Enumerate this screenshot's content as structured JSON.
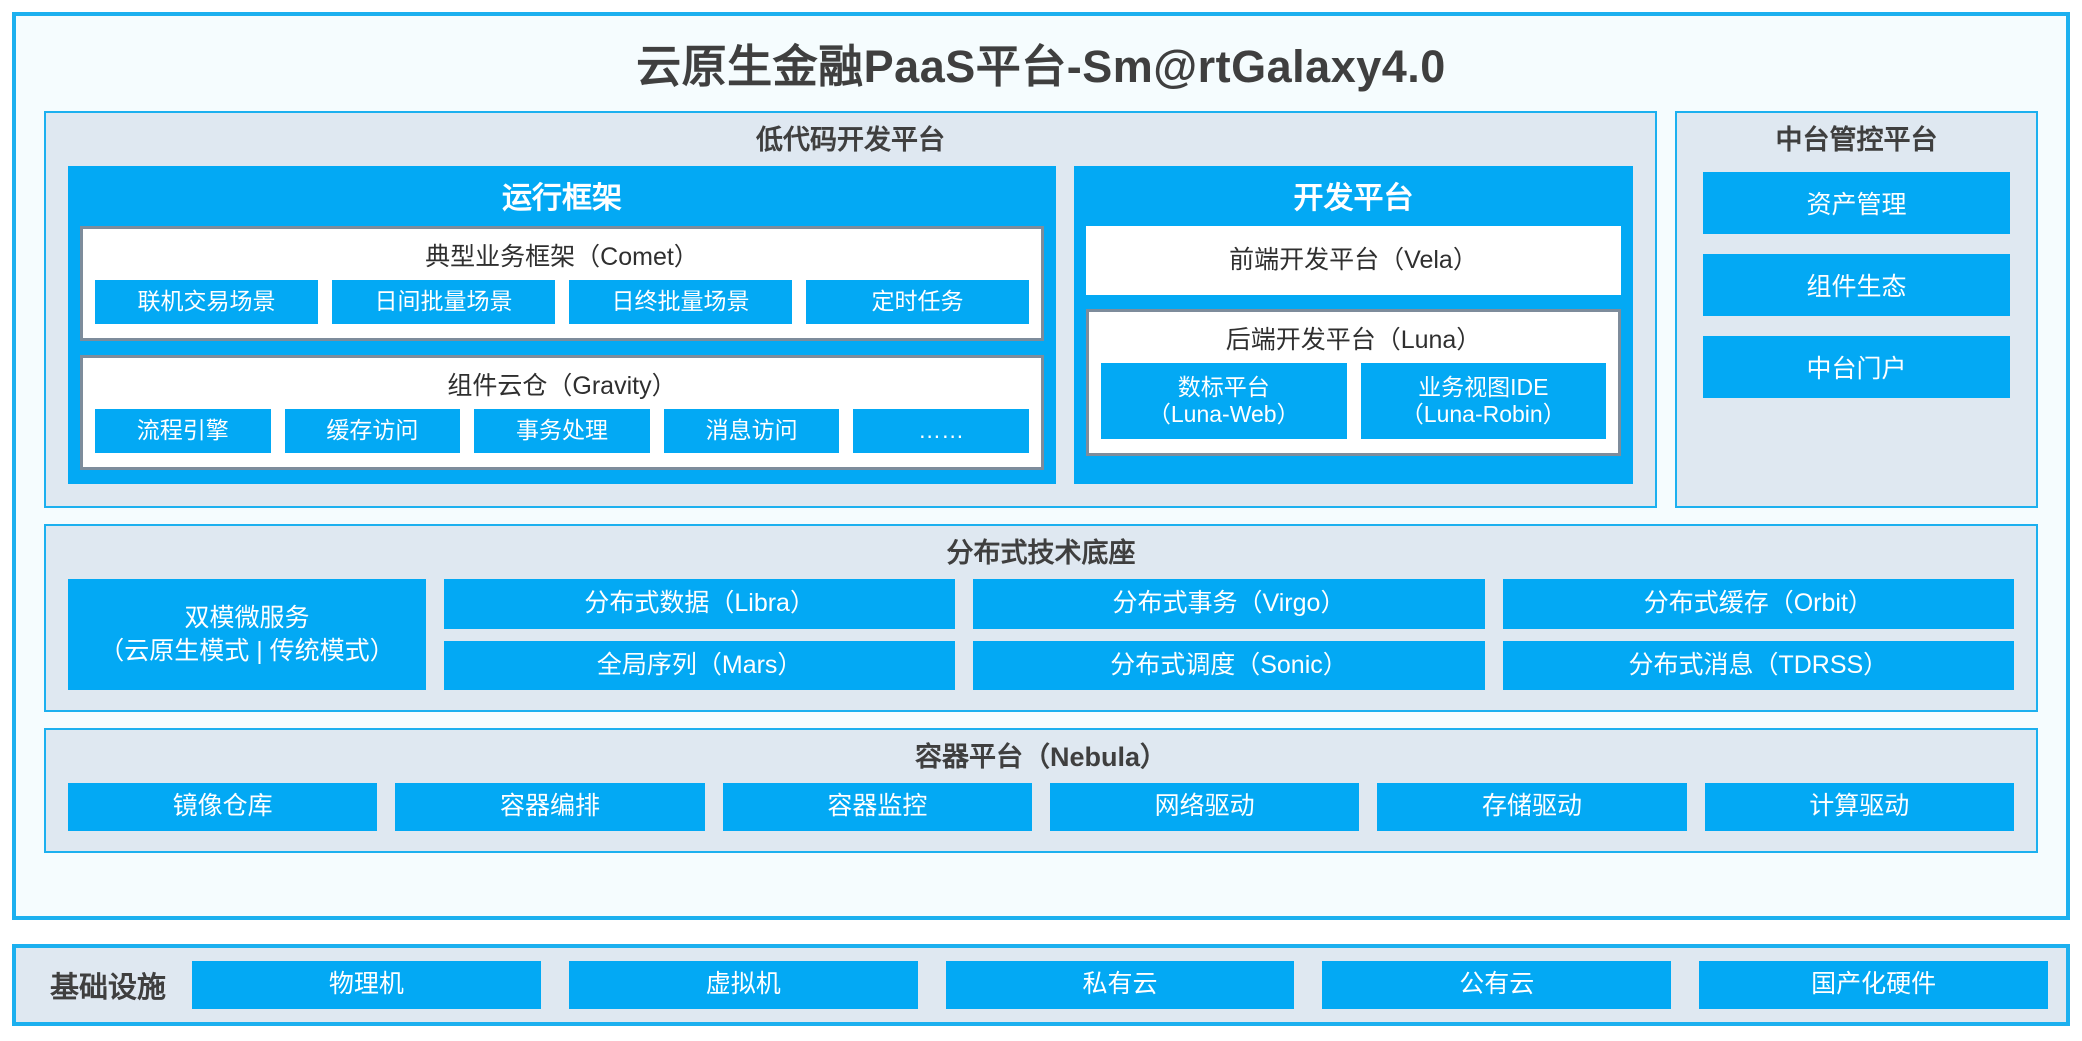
{
  "colors": {
    "accent": "#03a9f4",
    "border_blue": "#1cb0ef",
    "panel_bg": "#dfe8f1",
    "card_border": "#7e8c9b",
    "canvas": "#f5fcfe",
    "text": "#3f3f3f"
  },
  "app": {
    "title": "云原生金融PaaS平台-Sm@rtGalaxy4.0"
  },
  "lowcode": {
    "title": "低代码开发平台",
    "runtime": {
      "title": "运行框架",
      "comet": {
        "title": "典型业务框架（Comet）",
        "items": [
          "联机交易场景",
          "日间批量场景",
          "日终批量场景",
          "定时任务"
        ]
      },
      "gravity": {
        "title": "组件云仓（Gravity）",
        "items": [
          "流程引擎",
          "缓存访问",
          "事务处理",
          "消息访问",
          "……"
        ]
      }
    },
    "devplatform": {
      "title": "开发平台",
      "vela": "前端开发平台（Vela）",
      "luna": {
        "title": "后端开发平台（Luna）",
        "items": [
          "数标平台\n（Luna-Web）",
          "业务视图IDE\n（Luna-Robin）"
        ]
      }
    }
  },
  "midoffice": {
    "title": "中台管控平台",
    "items": [
      "资产管理",
      "组件生态",
      "中台门户"
    ]
  },
  "techbase": {
    "title": "分布式技术底座",
    "microservice": "双模微服务\n（云原生模式 | 传统模式）",
    "columns": [
      [
        "分布式数据（Libra）",
        "全局序列（Mars）"
      ],
      [
        "分布式事务（Virgo）",
        "分布式调度（Sonic）"
      ],
      [
        "分布式缓存（Orbit）",
        "分布式消息（TDRSS）"
      ]
    ]
  },
  "container": {
    "title": "容器平台（Nebula）",
    "items": [
      "镜像仓库",
      "容器编排",
      "容器监控",
      "网络驱动",
      "存储驱动",
      "计算驱动"
    ]
  },
  "infrastructure": {
    "label": "基础设施",
    "items": [
      "物理机",
      "虚拟机",
      "私有云",
      "公有云",
      "国产化硬件"
    ]
  }
}
